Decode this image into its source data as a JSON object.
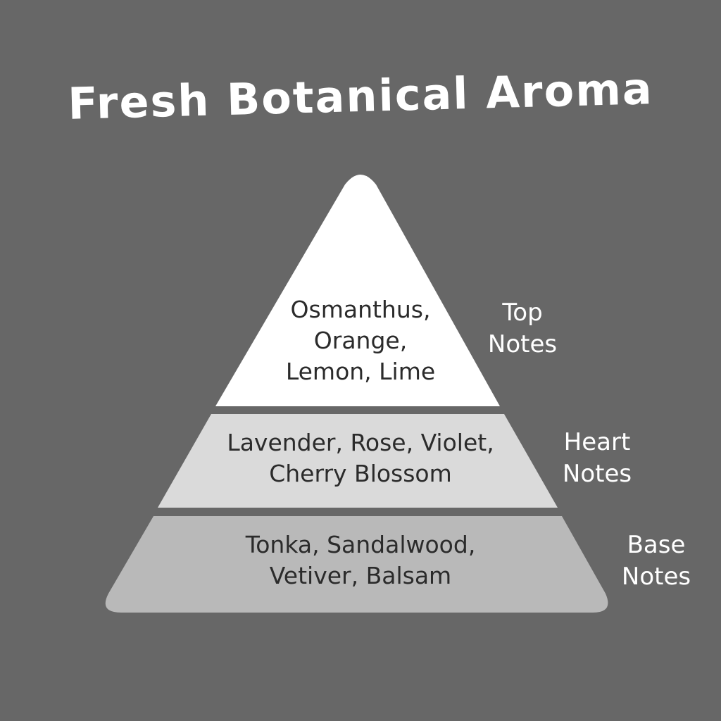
{
  "title": "Fresh Botanical Aroma",
  "colors": {
    "background": "#676767",
    "top_tier": "#ffffff",
    "heart_tier": "#dadada",
    "base_tier": "#b9b9b9",
    "tier_text": "#2b2b2b",
    "side_label_text": "#ffffff"
  },
  "tiers": [
    {
      "id": "top",
      "notes_lines": [
        "Osmanthus,",
        "Orange,",
        "Lemon, Lime"
      ],
      "label_lines": [
        "Top",
        "Notes"
      ]
    },
    {
      "id": "heart",
      "notes_lines": [
        "Lavender, Rose, Violet,",
        "Cherry Blossom"
      ],
      "label_lines": [
        "Heart",
        "Notes"
      ]
    },
    {
      "id": "base",
      "notes_lines": [
        "Tonka, Sandalwood,",
        "Vetiver, Balsam"
      ],
      "label_lines": [
        "Base",
        "Notes"
      ]
    }
  ]
}
